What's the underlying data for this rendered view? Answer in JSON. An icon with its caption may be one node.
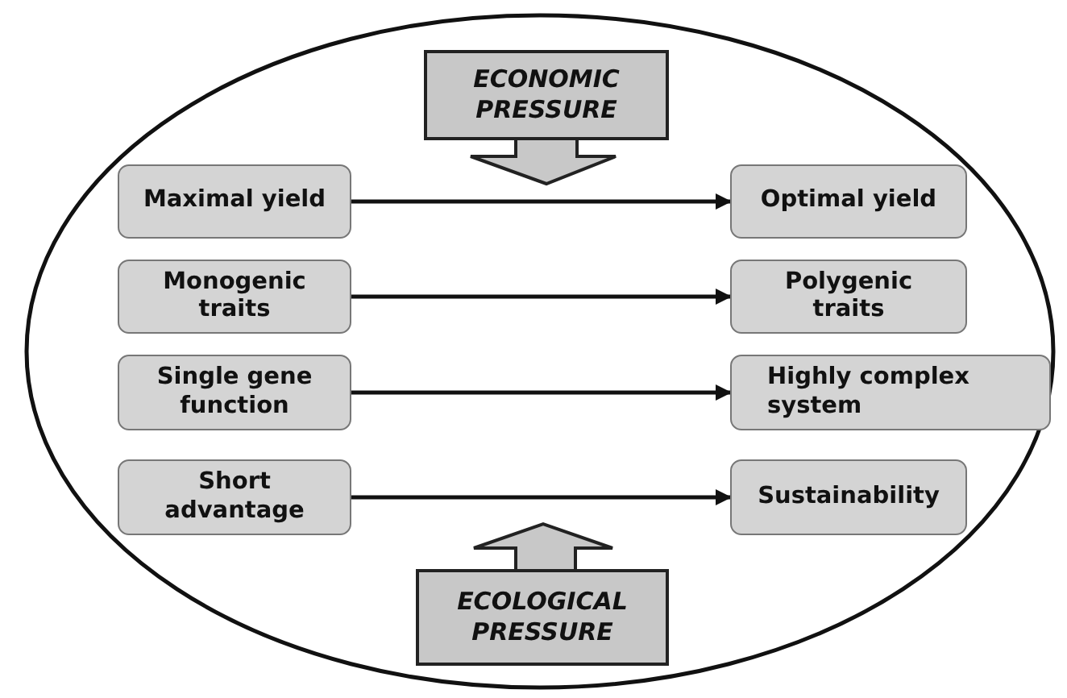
{
  "diagram": {
    "nodes": [
      {
        "text": [],
        "shape": "ellipse"
      },
      {
        "text": [
          "ECONOMIC PRESSURE"
        ],
        "in": 0
      },
      {
        "text": [
          "Maximal yield"
        ],
        "in": 0
      },
      {
        "text": [
          "Optimal yield"
        ],
        "in": 0
      },
      {
        "text": [
          "Monogenic traits"
        ],
        "in": 0
      },
      {
        "text": [
          "Polygenic traits"
        ],
        "in": 0
      },
      {
        "text": [
          "Single gene function"
        ],
        "in": 0
      },
      {
        "text": [
          "Highly complex system"
        ],
        "in": 0
      },
      {
        "text": [
          "Short advantage"
        ],
        "in": 0
      },
      {
        "text": [
          "Sustainability"
        ],
        "in": 0
      },
      {
        "text": [
          "ECOLOGICAL PRESSURE"
        ],
        "in": 0
      }
    ],
    "edges": [
      {
        "from": 2,
        "to": 3,
        "arrow": "to"
      },
      {
        "from": 4,
        "to": 5,
        "arrow": "to"
      },
      {
        "from": 6,
        "to": 7,
        "arrow": "to"
      },
      {
        "from": 8,
        "to": 9,
        "arrow": "to"
      }
    ]
  }
}
